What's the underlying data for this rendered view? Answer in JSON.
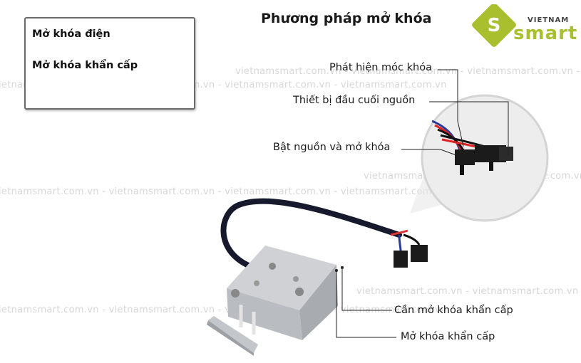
{
  "title": "Phương pháp mở khóa",
  "menu": {
    "items": [
      {
        "label": "Mở khóa điện"
      },
      {
        "label": "Mở khóa khẩn cấp"
      }
    ]
  },
  "callouts": {
    "hook_detect": "Phát hiện móc khóa",
    "power_terminal": "Thiết bị đầu cuối nguồn",
    "power_unlock": "Bật nguồn và mở khóa",
    "emergency_lever": "Cần mở khóa khẩn cấp",
    "emergency_unlock": "Mở khóa khẩn cấp"
  },
  "logo": {
    "top": "VIETNAM",
    "word": "smart",
    "mark": "S"
  },
  "watermark": "vietnamsmart.com.vn - vietnamsmart.com.vn - vietnamsmart.com.vn - vietnamsmart.com.vn",
  "colors": {
    "brand": "#a9bf2e",
    "text": "#1a1a1a",
    "watermark": "#d7d7d7"
  }
}
